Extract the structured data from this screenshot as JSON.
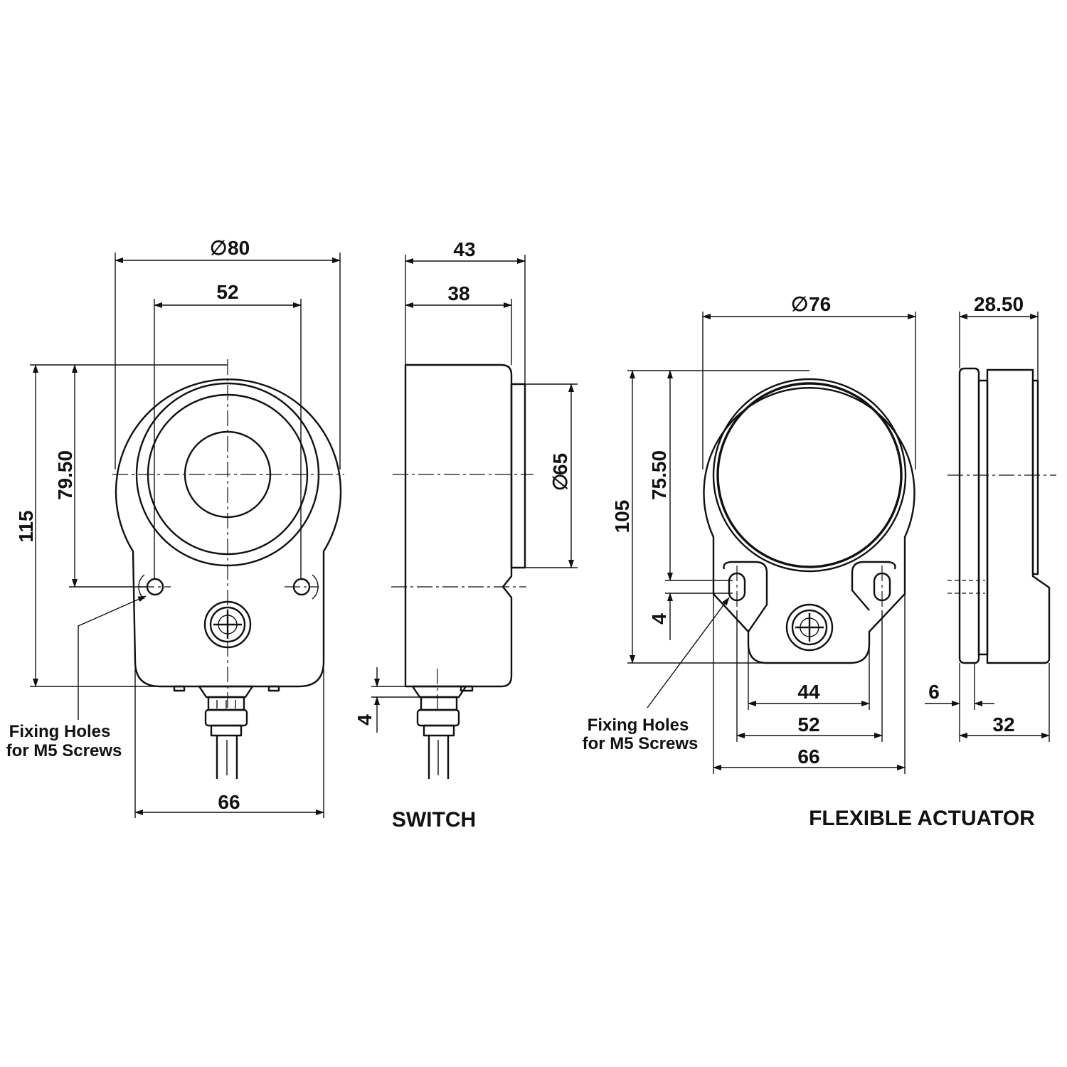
{
  "switch_view": {
    "dia_outer": "80",
    "hole_spacing": "52",
    "height_holes": "79.50",
    "height_total": "115",
    "width_base": "66",
    "note_line1": "Fixing Holes",
    "note_line2": "for M5 Screws"
  },
  "switch_side": {
    "depth_total": "43",
    "depth_body": "38",
    "dia_face": "65",
    "offset": "4",
    "title": "SWITCH"
  },
  "actuator_view": {
    "dia_outer": "76",
    "height_holes": "75.50",
    "height_total": "105",
    "slot_offset": "4",
    "width_inner": "44",
    "hole_spacing": "52",
    "width_base": "66",
    "note_line1": "Fixing Holes",
    "note_line2": "for M5 Screws"
  },
  "actuator_side": {
    "depth_top": "28.50",
    "flange": "6",
    "depth_total": "32",
    "title": "FLEXIBLE ACTUATOR"
  },
  "symbols": {
    "diameter": "∅"
  }
}
